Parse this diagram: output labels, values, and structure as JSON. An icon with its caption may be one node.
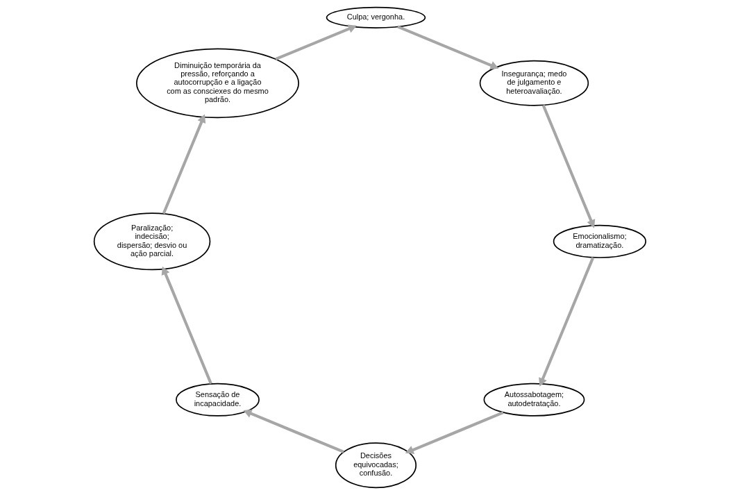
{
  "diagram": {
    "nodes": [
      {
        "text": [
          "Autossabotagem; autodetratação."
        ]
      },
      {
        "text": [
          "Decisões equivocadas; confusão."
        ]
      },
      {
        "text": [
          "Sensação de incapacidade."
        ]
      },
      {
        "text": [
          "Paralização; indecisão; dispersão; desvio ou ação parcial."
        ]
      },
      {
        "text": [
          "Diminuição temporária da pressão, reforçando a autocorrupção e a ligação com as consciexes do mesmo padrão."
        ]
      },
      {
        "text": [
          "Culpa; vergonha."
        ]
      },
      {
        "text": [
          "Insegurança; medo de julgamento e heteroavaliação."
        ]
      },
      {
        "text": [
          "Emocionalismo; dramatização."
        ]
      }
    ],
    "edges": [
      {
        "from": 0,
        "to": 1,
        "arrow": "to"
      },
      {
        "from": 1,
        "to": 2,
        "arrow": "to"
      },
      {
        "from": 2,
        "to": 3,
        "arrow": "to"
      },
      {
        "from": 3,
        "to": 4,
        "arrow": "to"
      },
      {
        "from": 4,
        "to": 5,
        "arrow": "to"
      },
      {
        "from": 5,
        "to": 6,
        "arrow": "to"
      },
      {
        "from": 6,
        "to": 7,
        "arrow": "to"
      },
      {
        "from": 7,
        "to": 0,
        "arrow": "to"
      }
    ]
  }
}
